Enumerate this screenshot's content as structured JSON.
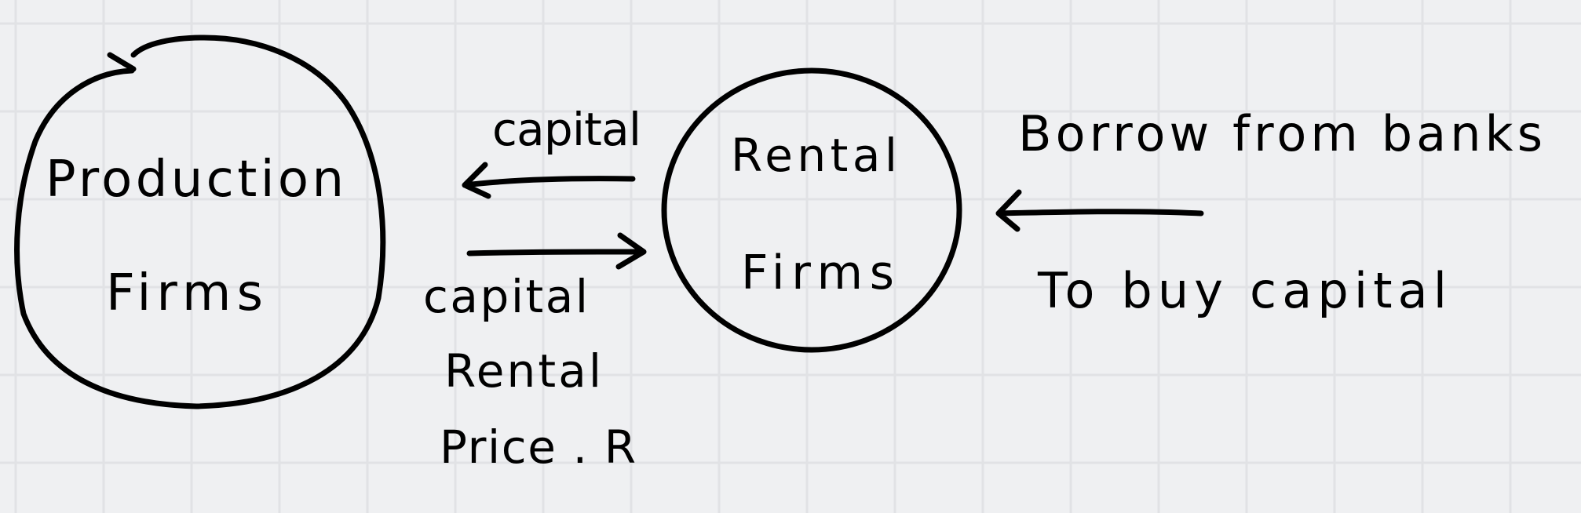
{
  "nodes": {
    "production": {
      "line1": "Production",
      "line2": "Firms"
    },
    "rental": {
      "line1": "Rental",
      "line2": "Firms"
    }
  },
  "edges": {
    "capital_to_production": {
      "label": "capital"
    },
    "rental_price_to_rental": {
      "line1": "capital",
      "line2": "Rental",
      "line3": "Price . R"
    },
    "borrow": {
      "line1": "Borrow from banks",
      "line2": "To buy capital"
    }
  },
  "colors": {
    "background": "#eff0f2",
    "grid": "#e1e2e5",
    "ink": "#000000"
  }
}
